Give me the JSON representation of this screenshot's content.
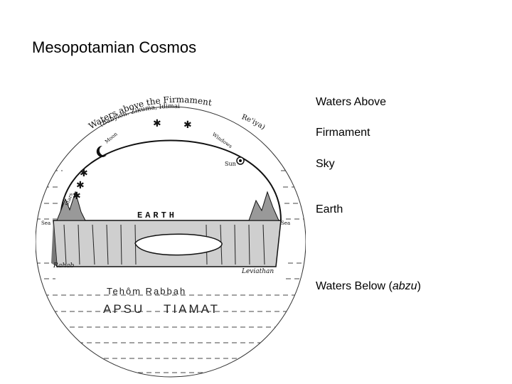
{
  "slide": {
    "title": "Mesopotamian Cosmos"
  },
  "labels": {
    "waters_above": "Waters Above",
    "firmament": "Firmament",
    "sky": "Sky",
    "earth": "Earth",
    "waters_below_prefix": "Waters Below (",
    "waters_below_italic": "abzu",
    "waters_below_suffix": ")"
  },
  "diagram_text": {
    "arc_outer": "Waters above the Firmament",
    "arc_inner": "(Babylon. Zikuma, Idimai",
    "arc_right": "Re'iya)",
    "moon": "Moon",
    "windows": "Windows",
    "sun": "Sun",
    "stars": "Stars",
    "sea_left": "Sea",
    "sea_right": "Sea",
    "earth": "EARTH",
    "rahab": "Rahab",
    "leviathan": "Leviathan",
    "tehom": "Tehôm  Rabbah",
    "apsu": "APSU",
    "tiamat": "TIAMAT"
  }
}
